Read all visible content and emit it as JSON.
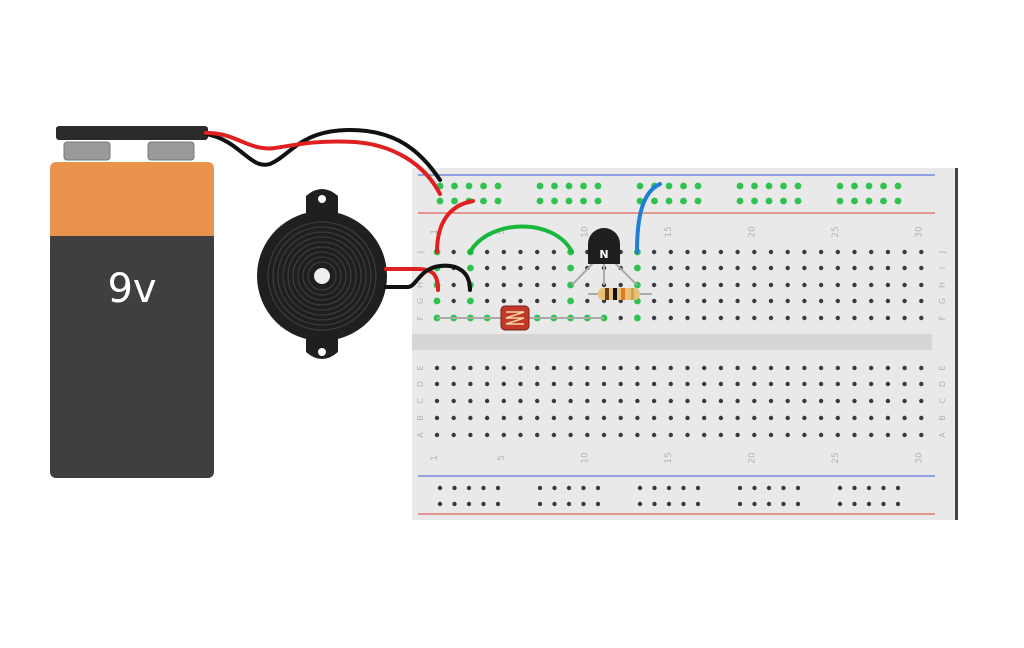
{
  "battery": {
    "label": "9v"
  },
  "transistor": {
    "label": "N"
  },
  "breadboard": {
    "column_labels": [
      "1",
      "5",
      "10",
      "15",
      "20",
      "25",
      "30"
    ],
    "row_labels_top": [
      "J",
      "I",
      "H",
      "G",
      "F"
    ],
    "row_labels_bottom": [
      "E",
      "D",
      "C",
      "B",
      "A"
    ]
  },
  "colors": {
    "battery_top": "#e8924c",
    "battery_body": "#3f3f3f",
    "board": "#e8e8e8",
    "hole": "#3a3a3a",
    "active_hole": "#2fc24f",
    "rail_red": "#e0453c",
    "rail_blue": "#3a5bd9",
    "wire_red": "#e02020",
    "wire_black": "#111111",
    "wire_green": "#18b83c",
    "wire_blue": "#1f7fd6"
  }
}
